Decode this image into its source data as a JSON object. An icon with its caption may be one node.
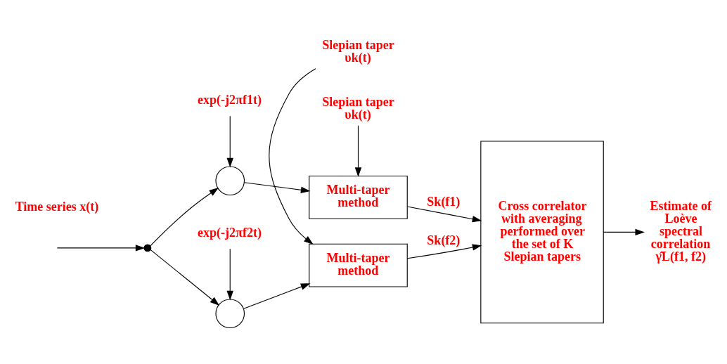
{
  "diagram": {
    "nodes": [
      {
        "text": [
          "exp(-j2πf1t)"
        ]
      },
      {
        "text": [
          "Slepian taper υk(t)"
        ]
      },
      {
        "text": [],
        "shape": "circle"
      },
      {
        "text": [
          "Multi-taper method"
        ]
      },
      {
        "text": [
          "Cross correlator with averaging performed over the set of K Slepian tapers"
        ]
      },
      {
        "text": [
          "Estimate of Loève spectral correlation",
          "γ̂L(f1, f2)"
        ]
      },
      {
        "text": [],
        "shape": "circle"
      },
      {
        "text": [],
        "shape": "circle"
      },
      {
        "text": [
          "Multi-taper method"
        ]
      },
      {
        "text": [
          "exp(-j2πf2t)"
        ]
      },
      {
        "text": [
          "Slepian taper υk(t)"
        ]
      }
    ],
    "edges": [
      {
        "from": null,
        "to": 6,
        "arrow": "to"
      },
      {
        "from": 6,
        "to": 2,
        "arrow": "to"
      },
      {
        "from": 6,
        "to": 7,
        "arrow": "to"
      },
      {
        "from": 0,
        "to": 2,
        "arrow": "to"
      },
      {
        "from": 2,
        "to": 3,
        "arrow": "to"
      },
      {
        "from": 1,
        "to": 3,
        "arrow": "to"
      },
      {
        "from": 3,
        "to": 4,
        "arrow": "to",
        "label": "Sk(f1)"
      },
      {
        "from": 9,
        "to": 7,
        "arrow": "to"
      },
      {
        "from": 7,
        "to": 8,
        "arrow": "to"
      },
      {
        "from": 10,
        "to": 8,
        "arrow": "to"
      },
      {
        "from": 8,
        "to": 4,
        "arrow": "to",
        "label": "Sk(f2)"
      },
      {
        "from": 4,
        "to": 5,
        "arrow": "to"
      }
    ],
    "labels": [
      "Time series x(t)"
    ]
  }
}
